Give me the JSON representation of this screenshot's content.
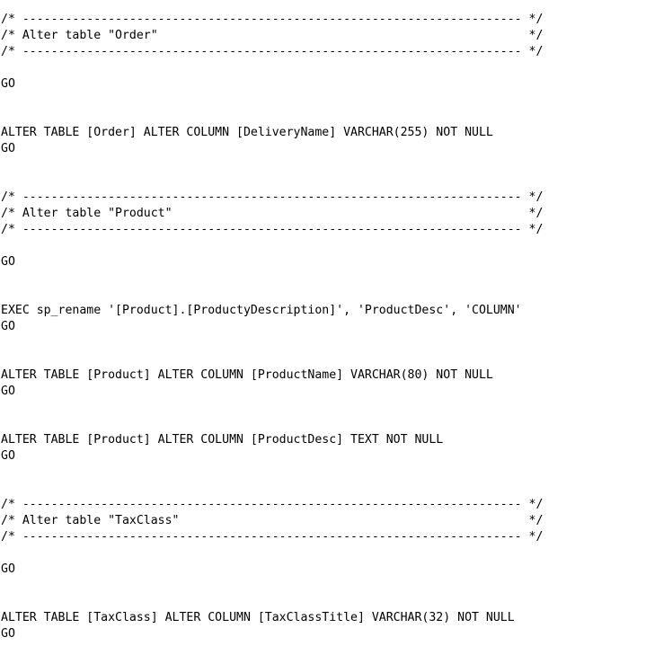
{
  "editor": {
    "lines": [
      "/* ---------------------------------------------------------------------- */",
      "/* Alter table \"Order\"                                                    */",
      "/* ---------------------------------------------------------------------- */",
      "",
      "GO",
      "",
      "",
      "ALTER TABLE [Order] ALTER COLUMN [DeliveryName] VARCHAR(255) NOT NULL",
      "GO",
      "",
      "",
      "/* ---------------------------------------------------------------------- */",
      "/* Alter table \"Product\"                                                  */",
      "/* ---------------------------------------------------------------------- */",
      "",
      "GO",
      "",
      "",
      "EXEC sp_rename '[Product].[ProductyDescription]', 'ProductDesc', 'COLUMN'",
      "GO",
      "",
      "",
      "ALTER TABLE [Product] ALTER COLUMN [ProductName] VARCHAR(80) NOT NULL",
      "GO",
      "",
      "",
      "ALTER TABLE [Product] ALTER COLUMN [ProductDesc] TEXT NOT NULL",
      "GO",
      "",
      "",
      "/* ---------------------------------------------------------------------- */",
      "/* Alter table \"TaxClass\"                                                 */",
      "/* ---------------------------------------------------------------------- */",
      "",
      "GO",
      "",
      "",
      "ALTER TABLE [TaxClass] ALTER COLUMN [TaxClassTitle] VARCHAR(32) NOT NULL",
      "GO"
    ]
  }
}
